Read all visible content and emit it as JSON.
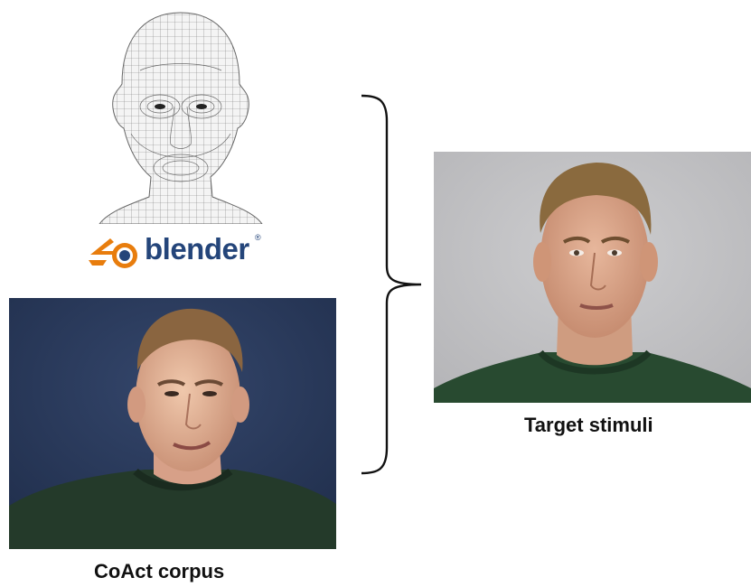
{
  "logo": {
    "wordmark": "blender",
    "registered_mark": "®",
    "colors": {
      "orange": "#e87d0d",
      "blue": "#24457a"
    }
  },
  "captions": {
    "source": "CoAct corpus",
    "target": "Target stimuli"
  },
  "panels": {
    "mesh": {
      "icon": "wireframe-head-icon"
    },
    "source_video": {
      "icon": "actor-photo-icon",
      "background_color": "#26375a"
    },
    "target_render": {
      "icon": "avatar-render-icon",
      "background_color": "#c3c3c5"
    }
  },
  "connector": {
    "icon": "curly-brace-icon"
  }
}
